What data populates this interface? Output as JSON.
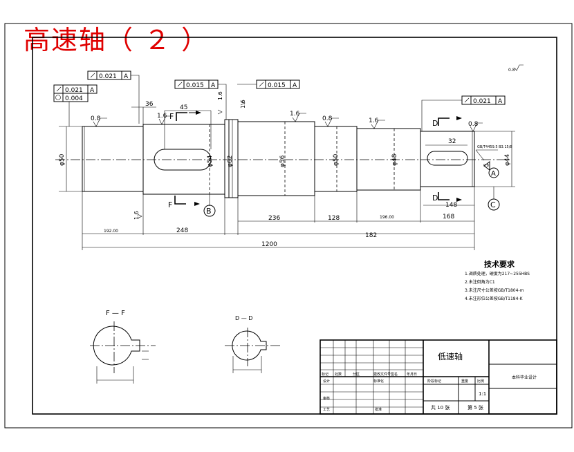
{
  "headline": "高速轴（ ２ ）",
  "roughness_general": "0.8",
  "fcf": {
    "top_left": {
      "tol": "0.021",
      "datum": "A"
    },
    "left_runout": {
      "tol": "0.021",
      "datum": "A"
    },
    "left_cyl": {
      "tol": "0.004"
    },
    "keyway_top": {
      "tol": "0.015",
      "datum": "A"
    },
    "mid_top": {
      "tol": "0.015",
      "datum": "A"
    },
    "right_top": {
      "tol": "0.021",
      "datum": "A"
    }
  },
  "roughness": {
    "r1": "0.8",
    "r2": "1.6",
    "r3": "1.6",
    "r4": "1.6",
    "r5": "0.8",
    "r6": "1.6",
    "r7": "0.8",
    "r8": "1.6",
    "r9": "1.6"
  },
  "dims": {
    "d36": "36",
    "d45": "45",
    "phi50a": "φ50",
    "phi54": "φ54",
    "phi62": "φ62",
    "phi56": "φ56",
    "phi50b": "φ50",
    "phi48": "φ48",
    "phi44": "φ44",
    "l32": "32",
    "l148": "148",
    "l192": "192.00",
    "l248": "248",
    "l236": "236",
    "l128": "128",
    "l196": "196.00",
    "l168": "168",
    "l182": "182",
    "l1200": "1200",
    "chamfer": "GB/T4459.5 B3.15/8"
  },
  "labels": {
    "sec_f_top": "F",
    "sec_f_bot": "F",
    "sec_d_top": "D",
    "sec_d_bot": "D",
    "circle_a": "A",
    "circle_b": "B",
    "circle_c": "C"
  },
  "sections": {
    "ff_title": "F — F",
    "dd_title": "D — D"
  },
  "tech": {
    "title": "技术要求",
    "items": [
      "1.调质处理，硬度为217~255HBS",
      "2.未注倒角为C1",
      "3.未注尺寸公差按GB/T1804-m",
      "4.未注形位公差按GB/T1184-K"
    ]
  },
  "title_block": {
    "part_name": "低速轴",
    "company": "本科毕业设计",
    "scale": "1:1",
    "total_sheets": "共 10 张",
    "sheet_no": "第 5 张",
    "row_headers": [
      "标记",
      "处数",
      "分区",
      "更改文件号",
      "签名",
      "年月日"
    ],
    "designer": "设计",
    "standardize": "标准化",
    "review": "审核",
    "process": "工艺",
    "approve": "批准",
    "stage_mark": "阶段标记",
    "weight": "重量",
    "ratio": "比例"
  }
}
